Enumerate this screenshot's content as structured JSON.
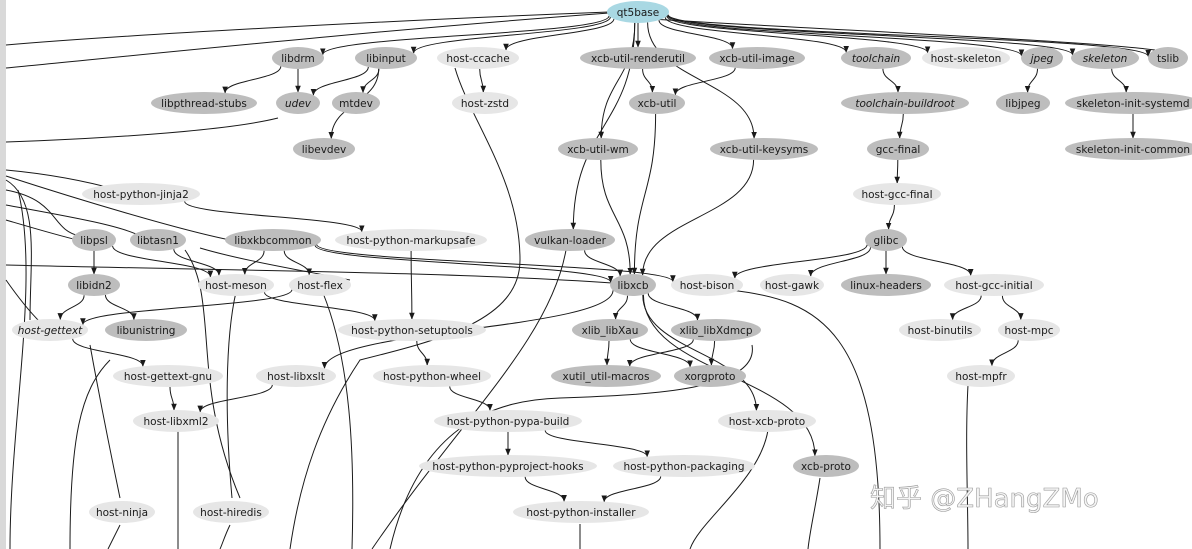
{
  "colors": {
    "root": "#a9d8e3",
    "dark": "#bdbdbd",
    "mid": "#cccccc",
    "light": "#e6e6e6",
    "edge": "#1a1a1a"
  },
  "watermark": {
    "text": "知乎 @ZHangZMo"
  },
  "nodes": [
    {
      "id": "qt5base",
      "label": "qt5base",
      "tone": "root"
    },
    {
      "id": "libdrm",
      "label": "libdrm",
      "tone": "dark"
    },
    {
      "id": "libinput",
      "label": "libinput",
      "tone": "dark"
    },
    {
      "id": "host-ccache",
      "label": "host-ccache",
      "tone": "light"
    },
    {
      "id": "xcb-util-renderutil",
      "label": "xcb-util-renderutil",
      "tone": "dark"
    },
    {
      "id": "xcb-util-image",
      "label": "xcb-util-image",
      "tone": "dark"
    },
    {
      "id": "toolchain",
      "label": "toolchain",
      "tone": "dark",
      "italic": true
    },
    {
      "id": "host-skeleton",
      "label": "host-skeleton",
      "tone": "light"
    },
    {
      "id": "jpeg",
      "label": "jpeg",
      "tone": "dark",
      "italic": true
    },
    {
      "id": "skeleton",
      "label": "skeleton",
      "tone": "dark",
      "italic": true
    },
    {
      "id": "tslib",
      "label": "tslib",
      "tone": "dark"
    },
    {
      "id": "libpthread-stubs",
      "label": "libpthread-stubs",
      "tone": "dark"
    },
    {
      "id": "udev",
      "label": "udev",
      "tone": "dark",
      "italic": true
    },
    {
      "id": "mtdev",
      "label": "mtdev",
      "tone": "dark"
    },
    {
      "id": "host-zstd",
      "label": "host-zstd",
      "tone": "light"
    },
    {
      "id": "xcb-util",
      "label": "xcb-util",
      "tone": "dark"
    },
    {
      "id": "toolchain-buildroot",
      "label": "toolchain-buildroot",
      "tone": "dark",
      "italic": true
    },
    {
      "id": "libjpeg",
      "label": "libjpeg",
      "tone": "dark"
    },
    {
      "id": "skeleton-init-systemd",
      "label": "skeleton-init-systemd",
      "tone": "dark"
    },
    {
      "id": "libevdev",
      "label": "libevdev",
      "tone": "dark"
    },
    {
      "id": "xcb-util-wm",
      "label": "xcb-util-wm",
      "tone": "dark"
    },
    {
      "id": "xcb-util-keysyms",
      "label": "xcb-util-keysyms",
      "tone": "dark"
    },
    {
      "id": "gcc-final",
      "label": "gcc-final",
      "tone": "dark"
    },
    {
      "id": "skeleton-init-common",
      "label": "skeleton-init-common",
      "tone": "dark"
    },
    {
      "id": "host-python-jinja2",
      "label": "host-python-jinja2",
      "tone": "light"
    },
    {
      "id": "host-gcc-final",
      "label": "host-gcc-final",
      "tone": "light"
    },
    {
      "id": "libpsl",
      "label": "libpsl",
      "tone": "dark"
    },
    {
      "id": "libtasn1",
      "label": "libtasn1",
      "tone": "dark"
    },
    {
      "id": "libxkbcommon",
      "label": "libxkbcommon",
      "tone": "dark"
    },
    {
      "id": "host-python-markupsafe",
      "label": "host-python-markupsafe",
      "tone": "light"
    },
    {
      "id": "vulkan-loader",
      "label": "vulkan-loader",
      "tone": "dark"
    },
    {
      "id": "glibc",
      "label": "glibc",
      "tone": "dark"
    },
    {
      "id": "libidn2",
      "label": "libidn2",
      "tone": "dark"
    },
    {
      "id": "host-meson",
      "label": "host-meson",
      "tone": "light"
    },
    {
      "id": "host-flex",
      "label": "host-flex",
      "tone": "light"
    },
    {
      "id": "libxcb",
      "label": "libxcb",
      "tone": "dark"
    },
    {
      "id": "host-bison",
      "label": "host-bison",
      "tone": "light"
    },
    {
      "id": "host-gawk",
      "label": "host-gawk",
      "tone": "light"
    },
    {
      "id": "linux-headers",
      "label": "linux-headers",
      "tone": "dark"
    },
    {
      "id": "host-gcc-initial",
      "label": "host-gcc-initial",
      "tone": "light"
    },
    {
      "id": "host-gettext",
      "label": "host-gettext",
      "tone": "light",
      "italic": true
    },
    {
      "id": "libunistring",
      "label": "libunistring",
      "tone": "dark"
    },
    {
      "id": "host-python-setuptools",
      "label": "host-python-setuptools",
      "tone": "light"
    },
    {
      "id": "xlib_libXau",
      "label": "xlib_libXau",
      "tone": "dark"
    },
    {
      "id": "xlib_libXdmcp",
      "label": "xlib_libXdmcp",
      "tone": "dark"
    },
    {
      "id": "host-binutils",
      "label": "host-binutils",
      "tone": "light"
    },
    {
      "id": "host-mpc",
      "label": "host-mpc",
      "tone": "light"
    },
    {
      "id": "host-gettext-gnu",
      "label": "host-gettext-gnu",
      "tone": "light"
    },
    {
      "id": "host-libxslt",
      "label": "host-libxslt",
      "tone": "light"
    },
    {
      "id": "host-python-wheel",
      "label": "host-python-wheel",
      "tone": "light"
    },
    {
      "id": "xutil_util-macros",
      "label": "xutil_util-macros",
      "tone": "dark"
    },
    {
      "id": "xorgproto",
      "label": "xorgproto",
      "tone": "dark"
    },
    {
      "id": "host-mpfr",
      "label": "host-mpfr",
      "tone": "light"
    },
    {
      "id": "host-libxml2",
      "label": "host-libxml2",
      "tone": "light"
    },
    {
      "id": "host-python-pypa-build",
      "label": "host-python-pypa-build",
      "tone": "light"
    },
    {
      "id": "host-xcb-proto",
      "label": "host-xcb-proto",
      "tone": "light"
    },
    {
      "id": "host-python-pyproject-hooks",
      "label": "host-python-pyproject-hooks",
      "tone": "light"
    },
    {
      "id": "host-python-packaging",
      "label": "host-python-packaging",
      "tone": "light"
    },
    {
      "id": "xcb-proto",
      "label": "xcb-proto",
      "tone": "dark"
    },
    {
      "id": "host-ninja",
      "label": "host-ninja",
      "tone": "light"
    },
    {
      "id": "host-hiredis",
      "label": "host-hiredis",
      "tone": "light"
    },
    {
      "id": "host-python-installer",
      "label": "host-python-installer",
      "tone": "light"
    }
  ],
  "edges": [
    [
      "qt5base",
      "libdrm"
    ],
    [
      "qt5base",
      "libinput"
    ],
    [
      "qt5base",
      "host-ccache"
    ],
    [
      "qt5base",
      "xcb-util-renderutil"
    ],
    [
      "qt5base",
      "xcb-util-image"
    ],
    [
      "qt5base",
      "toolchain"
    ],
    [
      "qt5base",
      "host-skeleton"
    ],
    [
      "qt5base",
      "jpeg"
    ],
    [
      "qt5base",
      "skeleton"
    ],
    [
      "qt5base",
      "tslib"
    ],
    [
      "qt5base",
      "xcb-util-wm"
    ],
    [
      "qt5base",
      "xcb-util-keysyms"
    ],
    [
      "qt5base",
      "vulkan-loader"
    ],
    [
      "libdrm",
      "libpthread-stubs"
    ],
    [
      "libdrm",
      "udev"
    ],
    [
      "libinput",
      "udev"
    ],
    [
      "libinput",
      "mtdev"
    ],
    [
      "libinput",
      "libevdev"
    ],
    [
      "host-ccache",
      "host-zstd"
    ],
    [
      "xcb-util-renderutil",
      "xcb-util"
    ],
    [
      "xcb-util-image",
      "xcb-util"
    ],
    [
      "toolchain",
      "toolchain-buildroot"
    ],
    [
      "toolchain-buildroot",
      "gcc-final"
    ],
    [
      "gcc-final",
      "host-gcc-final"
    ],
    [
      "host-gcc-final",
      "glibc"
    ],
    [
      "jpeg",
      "libjpeg"
    ],
    [
      "skeleton",
      "skeleton-init-systemd"
    ],
    [
      "skeleton-init-systemd",
      "skeleton-init-common"
    ],
    [
      "xcb-util",
      "libxcb"
    ],
    [
      "xcb-util-wm",
      "libxcb"
    ],
    [
      "xcb-util-keysyms",
      "libxcb"
    ],
    [
      "vulkan-loader",
      "libxcb"
    ],
    [
      "glibc",
      "host-bison"
    ],
    [
      "glibc",
      "host-gawk"
    ],
    [
      "glibc",
      "linux-headers"
    ],
    [
      "glibc",
      "host-gcc-initial"
    ],
    [
      "host-gcc-initial",
      "host-binutils"
    ],
    [
      "host-gcc-initial",
      "host-mpc"
    ],
    [
      "host-mpc",
      "host-mpfr"
    ],
    [
      "libpsl",
      "libidn2"
    ],
    [
      "libidn2",
      "libunistring"
    ],
    [
      "libidn2",
      "host-gettext"
    ],
    [
      "libxkbcommon",
      "host-meson"
    ],
    [
      "libxkbcommon",
      "host-flex"
    ],
    [
      "libxkbcommon",
      "host-bison"
    ],
    [
      "libxkbcommon",
      "libxcb"
    ],
    [
      "host-python-jinja2",
      "host-python-markupsafe"
    ],
    [
      "host-python-markupsafe",
      "host-python-setuptools"
    ],
    [
      "host-meson",
      "host-python-setuptools"
    ],
    [
      "host-flex",
      "host-gettext"
    ],
    [
      "host-python-setuptools",
      "host-python-wheel"
    ],
    [
      "host-python-wheel",
      "host-python-pypa-build"
    ],
    [
      "host-python-pypa-build",
      "host-python-pyproject-hooks"
    ],
    [
      "host-python-pypa-build",
      "host-python-packaging"
    ],
    [
      "host-python-pyproject-hooks",
      "host-python-installer"
    ],
    [
      "host-python-packaging",
      "host-python-installer"
    ],
    [
      "libxcb",
      "xlib_libXau"
    ],
    [
      "libxcb",
      "xlib_libXdmcp"
    ],
    [
      "libxcb",
      "host-xcb-proto"
    ],
    [
      "libxcb",
      "xcb-proto"
    ],
    [
      "libxcb",
      "host-libxslt"
    ],
    [
      "xlib_libXau",
      "xutil_util-macros"
    ],
    [
      "xlib_libXau",
      "xorgproto"
    ],
    [
      "xlib_libXdmcp",
      "xutil_util-macros"
    ],
    [
      "xlib_libXdmcp",
      "xorgproto"
    ],
    [
      "host-gettext",
      "host-gettext-gnu"
    ],
    [
      "host-gettext-gnu",
      "host-libxml2"
    ],
    [
      "host-libxslt",
      "host-libxml2"
    ],
    [
      "libtasn1",
      "host-meson"
    ],
    [
      "libpsl",
      "host-meson"
    ]
  ]
}
